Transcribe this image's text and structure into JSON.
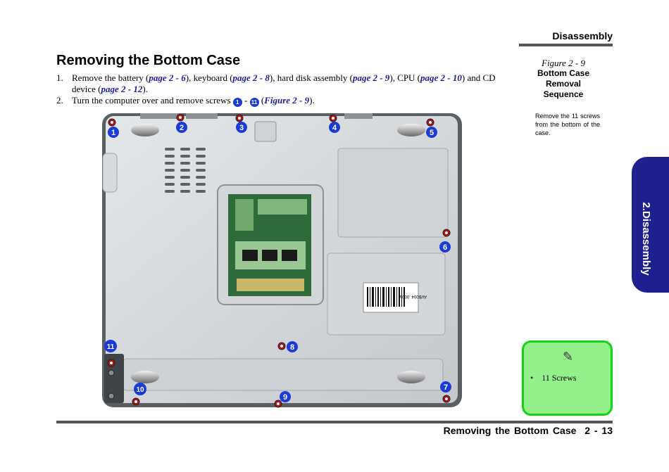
{
  "header": {
    "title": "Disassembly"
  },
  "side_tab": {
    "label": "2.Disassembly"
  },
  "page_title": "Removing the Bottom Case",
  "steps": [
    {
      "num": "1.",
      "t1": "Remove the battery (",
      "l1": "page 2 - 6",
      "t2": "), keyboard (",
      "l2": "page 2 - 8",
      "t3": "), hard disk assembly (",
      "l3": "page 2 - 9",
      "t4": "), CPU (",
      "l4": "page 2 - 10",
      "t5": ") and CD device (",
      "l5": "page 2 - 12",
      "t6": ")."
    },
    {
      "num": "2.",
      "t1": "Turn the computer over and remove screws",
      "badge1": "1",
      "dash": "-",
      "badge2": "11",
      "t2": "(",
      "l1": "Figure 2 - 9",
      "t3": ")."
    }
  ],
  "figure": {
    "label": "Figure 2 - 9",
    "title": "Bottom Case Removal Sequence",
    "description": "Remove the 11 screws from the bottom of the case.",
    "callouts": [
      "1",
      "2",
      "3",
      "4",
      "5",
      "6",
      "7",
      "8",
      "9",
      "10",
      "11"
    ],
    "barcode_text": "AVB004 .000a"
  },
  "note": {
    "item": "11 Screws",
    "icon": "pencil-icon"
  },
  "footer": {
    "text": "Removing the Bottom Case",
    "page": "2 - 13"
  },
  "colors": {
    "link": "#1c1c9a",
    "callout": "#1a3bd6",
    "tab": "#1f1f8f",
    "note_bg": "#94f08a",
    "note_border": "#12d412"
  }
}
